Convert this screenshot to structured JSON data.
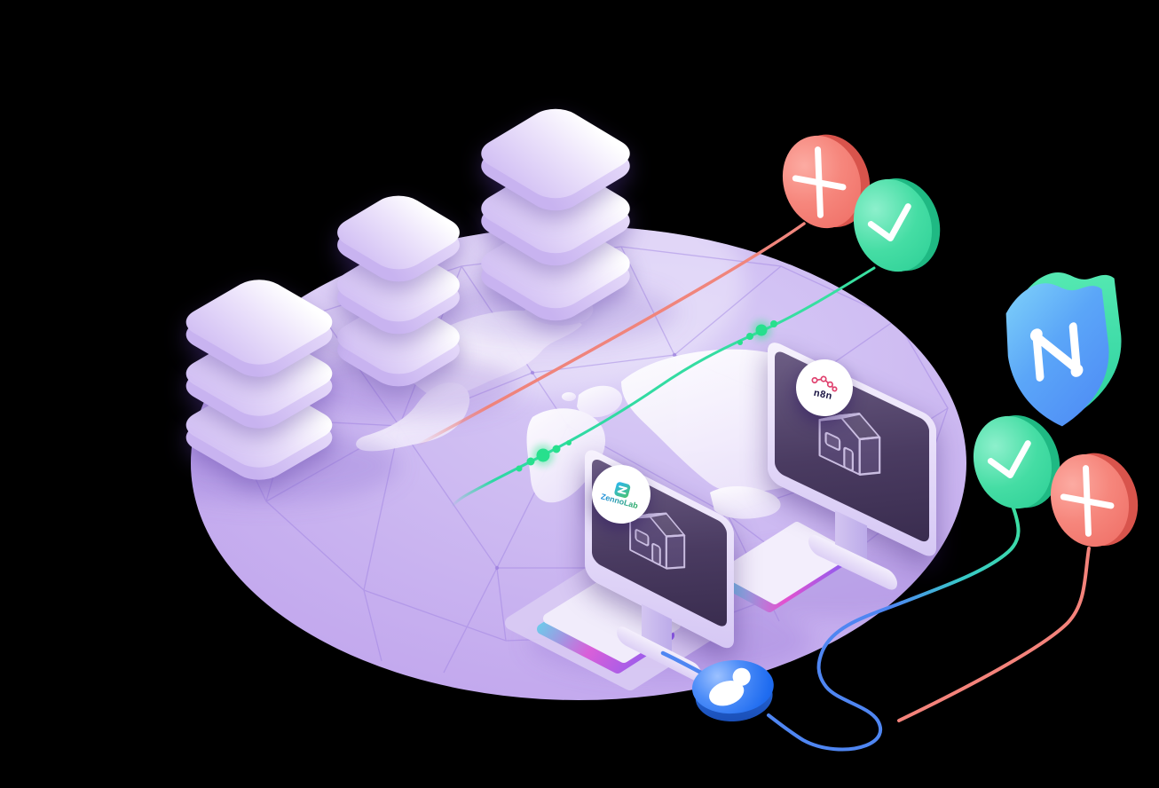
{
  "illustration": {
    "background_color": "#000000",
    "globe": {
      "base_color": "#c7b0ef",
      "mesh_color": "#9b7fe0",
      "land_color": "#f7f3fe",
      "description_icon": "world-map"
    },
    "server_stacks": {
      "count": 3,
      "layers_per_stack": 3,
      "top_color": "#ffffff",
      "side_color": "#c8b3f0"
    },
    "monitors": [
      {
        "position": "back",
        "logo_label": "n8n",
        "logo_accent": "#ea4b71",
        "screen_color": "#4a3b61",
        "screen_icon": "house-icon"
      },
      {
        "position": "front",
        "logo_label": "ZennoLab",
        "logo_accent_start": "#1f8fe0",
        "logo_accent_end": "#2fae62",
        "screen_color": "#4a3b61",
        "screen_icon": "house-icon"
      }
    ],
    "status_badges": [
      {
        "id": "top-cross",
        "glyph": "cross",
        "color": "#f4837b"
      },
      {
        "id": "top-check",
        "glyph": "check",
        "color": "#3fdca0"
      },
      {
        "id": "right-check",
        "glyph": "check",
        "color": "#3fdca0"
      },
      {
        "id": "right-cross",
        "glyph": "cross",
        "color": "#f4837b"
      }
    ],
    "shield": {
      "front_color_top": "#79c9fa",
      "front_color_bottom": "#4f8ef6",
      "edge_color": "#3fe3a8",
      "emblem": "n-monogram"
    },
    "user_token": {
      "color": "#2e7cf6",
      "icon": "user-icon"
    },
    "connectors": {
      "red_line": "#f0837b",
      "green_line": "#2ed8a4",
      "blue_line": "#4f86f2",
      "glow_dots": "#27e08d"
    },
    "keyboards": {
      "count": 2,
      "gradient": [
        "#5bdced",
        "#d95fd9",
        "#8b5cf0"
      ]
    }
  }
}
